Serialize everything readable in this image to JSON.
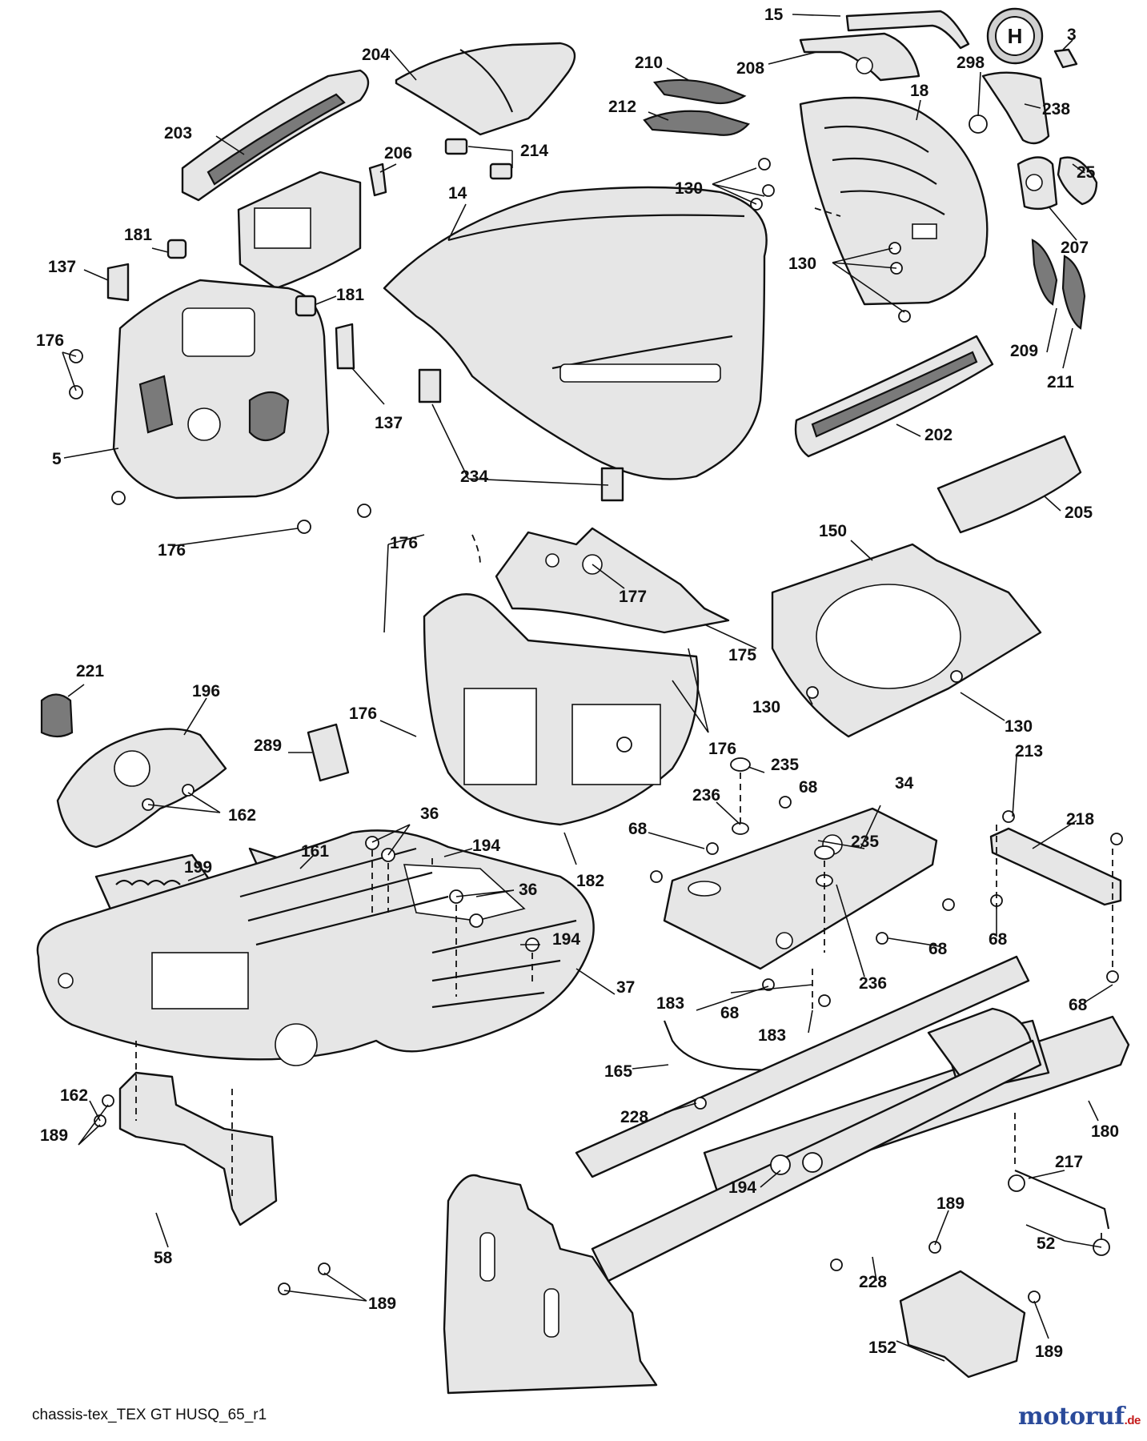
{
  "diagram": {
    "footer_code": "chassis-tex_TEX GT HUSQ_65_r1",
    "watermark_name": "motoruf",
    "watermark_tld": ".de",
    "logo_letter": "H",
    "callouts": [
      {
        "id": "c15",
        "label": "15"
      },
      {
        "id": "c3",
        "label": "3"
      },
      {
        "id": "c204",
        "label": "204"
      },
      {
        "id": "c210",
        "label": "210"
      },
      {
        "id": "c208",
        "label": "208"
      },
      {
        "id": "c298",
        "label": "298"
      },
      {
        "id": "c18",
        "label": "18"
      },
      {
        "id": "c238",
        "label": "238"
      },
      {
        "id": "c203",
        "label": "203"
      },
      {
        "id": "c212",
        "label": "212"
      },
      {
        "id": "c214",
        "label": "214"
      },
      {
        "id": "c206",
        "label": "206"
      },
      {
        "id": "c130a",
        "label": "130"
      },
      {
        "id": "c25",
        "label": "25"
      },
      {
        "id": "c14",
        "label": "14"
      },
      {
        "id": "c207",
        "label": "207"
      },
      {
        "id": "c181a",
        "label": "181"
      },
      {
        "id": "c137a",
        "label": "137"
      },
      {
        "id": "c181b",
        "label": "181"
      },
      {
        "id": "c130b",
        "label": "130"
      },
      {
        "id": "c176a",
        "label": "176"
      },
      {
        "id": "c209",
        "label": "209"
      },
      {
        "id": "c211",
        "label": "211"
      },
      {
        "id": "c137b",
        "label": "137"
      },
      {
        "id": "c202",
        "label": "202"
      },
      {
        "id": "c5",
        "label": "5"
      },
      {
        "id": "c234",
        "label": "234"
      },
      {
        "id": "c205",
        "label": "205"
      },
      {
        "id": "c176b",
        "label": "176"
      },
      {
        "id": "c176c",
        "label": "176"
      },
      {
        "id": "c150",
        "label": "150"
      },
      {
        "id": "c177",
        "label": "177"
      },
      {
        "id": "c175",
        "label": "175"
      },
      {
        "id": "c221",
        "label": "221"
      },
      {
        "id": "c196",
        "label": "196"
      },
      {
        "id": "c176d",
        "label": "176"
      },
      {
        "id": "c130c",
        "label": "130"
      },
      {
        "id": "c289",
        "label": "289"
      },
      {
        "id": "c176e",
        "label": "176"
      },
      {
        "id": "c130d",
        "label": "130"
      },
      {
        "id": "c235a",
        "label": "235"
      },
      {
        "id": "c213",
        "label": "213"
      },
      {
        "id": "c236a",
        "label": "236"
      },
      {
        "id": "c68a",
        "label": "68"
      },
      {
        "id": "c34",
        "label": "34"
      },
      {
        "id": "c162a",
        "label": "162"
      },
      {
        "id": "c36a",
        "label": "36"
      },
      {
        "id": "c218",
        "label": "218"
      },
      {
        "id": "c68b",
        "label": "68"
      },
      {
        "id": "c235b",
        "label": "235"
      },
      {
        "id": "c194a",
        "label": "194"
      },
      {
        "id": "c161",
        "label": "161"
      },
      {
        "id": "c199",
        "label": "199"
      },
      {
        "id": "c182",
        "label": "182"
      },
      {
        "id": "c36b",
        "label": "36"
      },
      {
        "id": "c194b",
        "label": "194"
      },
      {
        "id": "c68c",
        "label": "68"
      },
      {
        "id": "c68d",
        "label": "68"
      },
      {
        "id": "c236b",
        "label": "236"
      },
      {
        "id": "c37",
        "label": "37"
      },
      {
        "id": "c183a",
        "label": "183"
      },
      {
        "id": "c68e",
        "label": "68"
      },
      {
        "id": "c68f",
        "label": "68"
      },
      {
        "id": "c183b",
        "label": "183"
      },
      {
        "id": "c165",
        "label": "165"
      },
      {
        "id": "c162b",
        "label": "162"
      },
      {
        "id": "c228a",
        "label": "228"
      },
      {
        "id": "c180",
        "label": "180"
      },
      {
        "id": "c189a",
        "label": "189"
      },
      {
        "id": "c194c",
        "label": "194"
      },
      {
        "id": "c217",
        "label": "217"
      },
      {
        "id": "c189b",
        "label": "189"
      },
      {
        "id": "c58",
        "label": "58"
      },
      {
        "id": "c52",
        "label": "52"
      },
      {
        "id": "c228b",
        "label": "228"
      },
      {
        "id": "c189c",
        "label": "189"
      },
      {
        "id": "c152",
        "label": "152"
      },
      {
        "id": "c189d",
        "label": "189"
      }
    ]
  }
}
